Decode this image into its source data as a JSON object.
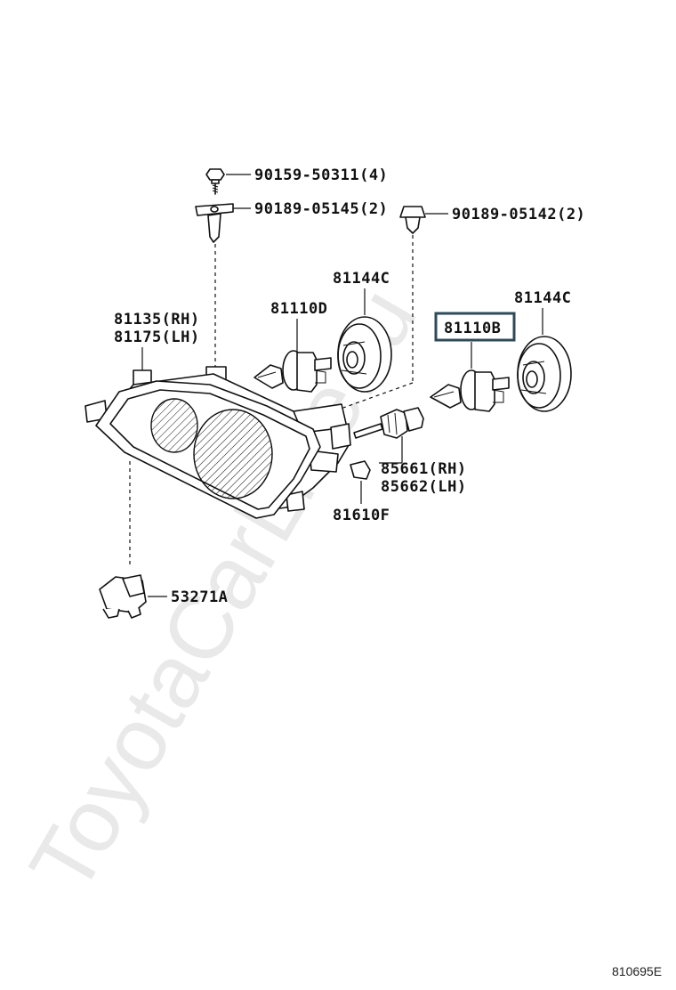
{
  "watermark": "ToyotaCarLine.ru",
  "diagram_code": "810695E",
  "highlight_color": "#2f4a57",
  "parts": {
    "screw": "90159-50311(4)",
    "bracket_clip": "90189-05145(2)",
    "retainer_clip": "90189-05142(2)",
    "housing_rh": "81135(RH)",
    "housing_lh": "81175(LH)",
    "bulb_d": "81110D",
    "cover_left": "81144C",
    "bulb_b": "81110B",
    "cover_right": "81144C",
    "socket_rh": "85661(RH)",
    "socket_lh": "85662(LH)",
    "bulb_small": "81610F",
    "bracket": "53271A"
  }
}
